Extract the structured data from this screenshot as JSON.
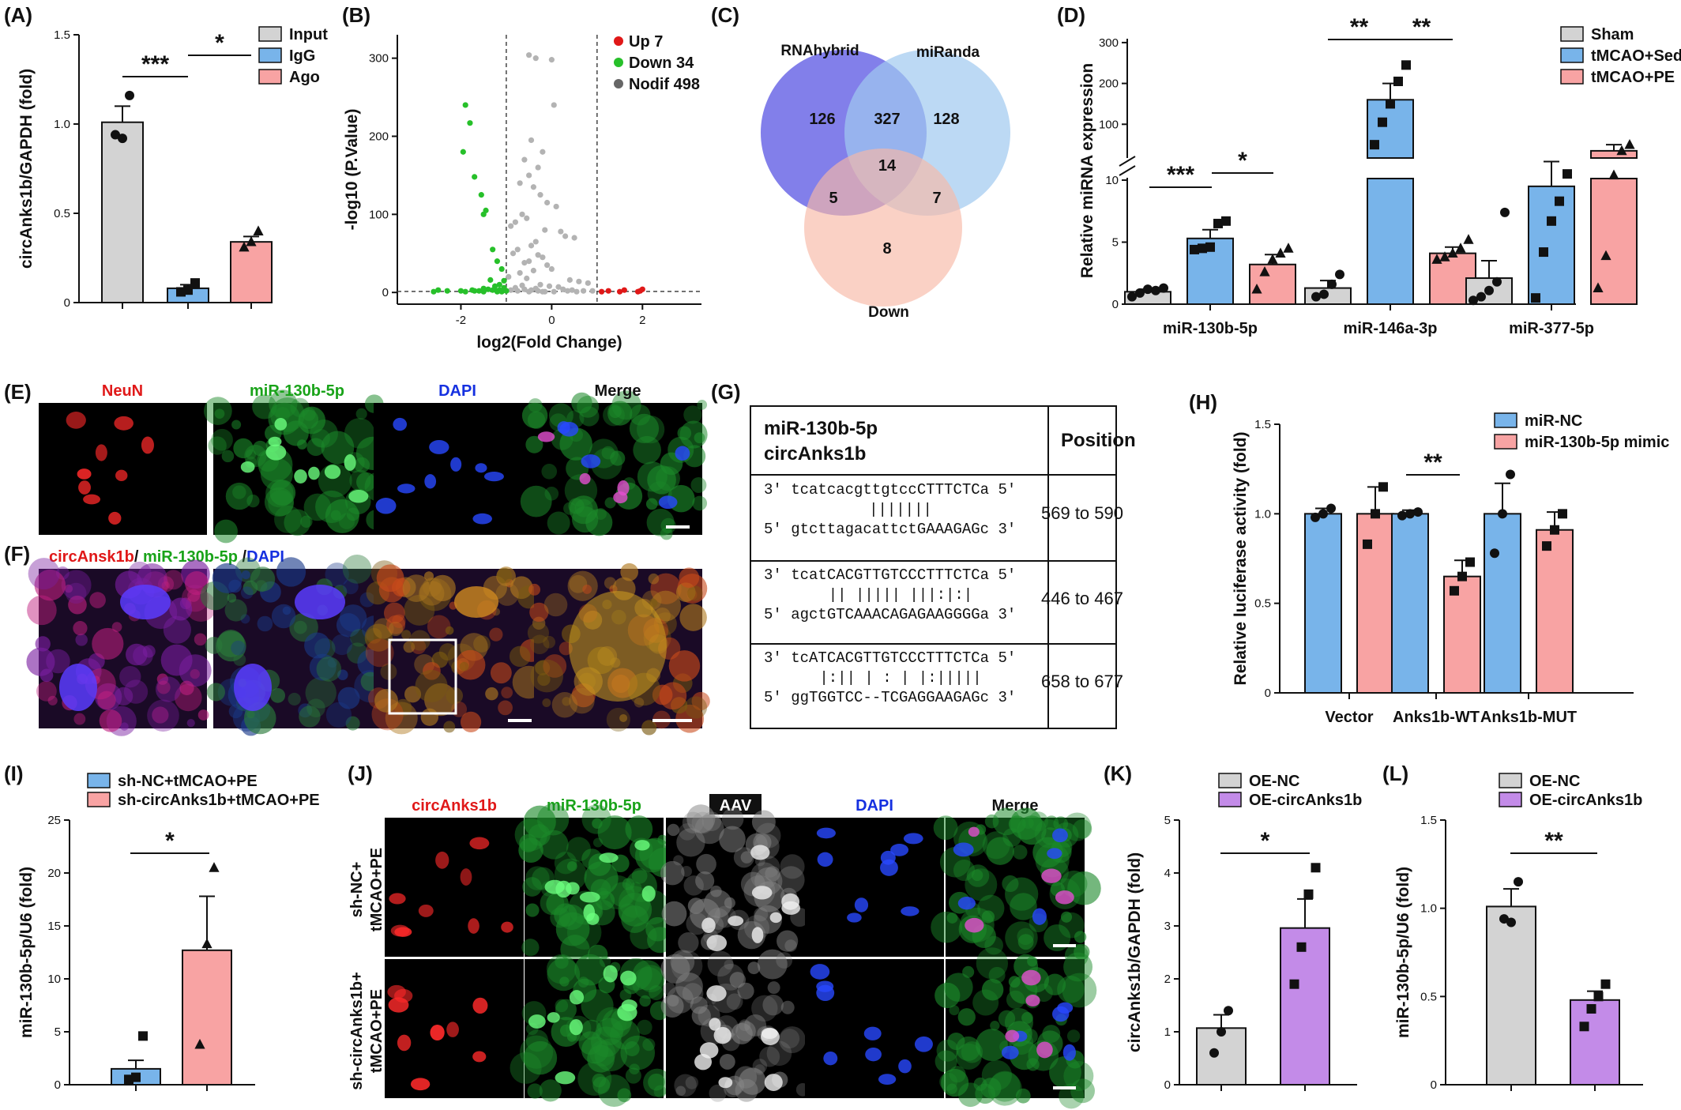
{
  "panels": {
    "A": {
      "label": "(A)"
    },
    "B": {
      "label": "(B)"
    },
    "C": {
      "label": "(C)"
    },
    "D": {
      "label": "(D)"
    },
    "E": {
      "label": "(E)"
    },
    "F": {
      "label": "(F)"
    },
    "G": {
      "label": "(G)"
    },
    "H": {
      "label": "(H)"
    },
    "I": {
      "label": "(I)"
    },
    "J": {
      "label": "(J)"
    },
    "K": {
      "label": "(K)"
    },
    "L": {
      "label": "(L)"
    }
  },
  "chart_data": [
    {
      "panel": "A",
      "type": "bar",
      "ylabel": "circAnks1b/GAPDH (fold)",
      "ylim": [
        0,
        1.5
      ],
      "yticks": [
        "0",
        "0.5",
        "1.0",
        "1.5"
      ],
      "categories": [
        "Input",
        "IgG",
        "Ago"
      ],
      "values": [
        1.01,
        0.08,
        0.34
      ],
      "errors": [
        0.09,
        0.02,
        0.03
      ],
      "points": [
        [
          0.94,
          0.92,
          1.16
        ],
        [
          0.06,
          0.07,
          0.11
        ],
        [
          0.31,
          0.34,
          0.4
        ]
      ],
      "legend": [
        "Input",
        "IgG",
        "Ago"
      ],
      "colors": [
        "#d3d3d3",
        "#78b4ea",
        "#f8a3a3"
      ],
      "significance": [
        "***",
        "*"
      ]
    },
    {
      "panel": "B",
      "type": "scatter",
      "xlabel": "log2(Fold Change)",
      "ylabel": "-log10 (P.Value)",
      "xlim": [
        -3.4,
        3.3
      ],
      "ylim": [
        -15,
        330
      ],
      "xticks": [
        "-2",
        "0",
        "2"
      ],
      "yticks": [
        "0",
        "100",
        "200",
        "300"
      ],
      "thresholds": {
        "x": [
          -1,
          1
        ],
        "y": 1.3
      },
      "legend": [
        "Up 7",
        "Down 34",
        "Nodif 498"
      ],
      "colors": {
        "up": "#e01818",
        "down": "#27c02a",
        "nodif": "#b3b3b3",
        "nodif_legend": "#666666"
      },
      "series": [
        {
          "name": "Up 7",
          "x": [
            1.1,
            1.25,
            1.5,
            1.6,
            1.9,
            2.0,
            1.95
          ],
          "y": [
            1,
            2,
            1,
            3,
            1,
            4,
            2
          ]
        },
        {
          "name": "Down 34",
          "x": [
            -1.9,
            -1.8,
            -1.95,
            -1.7,
            -1.55,
            -1.5,
            -1.45,
            -1.3,
            -1.2,
            -1.35,
            -1.25,
            -1.15,
            -1.05,
            -1.1,
            -1.05,
            -1.4,
            -1.6,
            -1.75,
            -2.5,
            -2.3,
            -2.6,
            -2.0,
            -1.9,
            -1.7,
            -1.5,
            -1.3,
            -1.2,
            -1.1,
            -1.0,
            -1.05,
            -1.15,
            -1.2,
            -1.0,
            -1.5
          ],
          "y": [
            240,
            217,
            180,
            148,
            125,
            100,
            105,
            55,
            40,
            16,
            8,
            10,
            6,
            30,
            15,
            4,
            2,
            3,
            3,
            2,
            1,
            2,
            1,
            2,
            1,
            3,
            2,
            1,
            2,
            4,
            3,
            1,
            2,
            5
          ]
        },
        {
          "name": "Nodif 498",
          "x": [
            -0.5,
            -0.35,
            0.0,
            0.05,
            -0.45,
            -0.2,
            -0.6,
            -0.3,
            -0.5,
            -0.7,
            -0.4,
            -0.25,
            -0.1,
            0.1,
            -0.65,
            -0.55,
            -0.8,
            -0.9,
            -0.15,
            0.2,
            0.3,
            0.5,
            -0.35,
            -0.45,
            -0.75,
            -0.85,
            -0.3,
            -0.2,
            -0.5,
            -0.6,
            -0.1,
            0.0,
            -0.4,
            -0.7,
            -0.95,
            -0.55,
            0.4,
            0.6,
            0.8,
            -0.25,
            -0.65,
            -0.05,
            0.15,
            -0.8,
            -0.35,
            0.25,
            0.45,
            0.7,
            0.9,
            -0.9,
            -0.6,
            -0.3,
            -0.15,
            0.05,
            0.35,
            0.55,
            -0.45,
            -0.75,
            -0.5,
            -0.2
          ],
          "y": [
            304,
            300,
            298,
            240,
            195,
            180,
            170,
            160,
            150,
            140,
            135,
            125,
            115,
            110,
            100,
            95,
            90,
            85,
            80,
            78,
            72,
            70,
            65,
            60,
            55,
            50,
            48,
            45,
            40,
            38,
            35,
            30,
            28,
            25,
            20,
            18,
            16,
            14,
            12,
            10,
            9,
            8,
            7,
            6,
            5,
            4,
            3,
            2,
            2,
            3,
            4,
            2,
            1,
            1,
            2,
            1,
            3,
            2,
            1,
            1
          ]
        }
      ]
    },
    {
      "panel": "D",
      "type": "bar",
      "ylabel": "Relative miRNA expression",
      "axis_break": true,
      "yticks_lower": [
        "0",
        "5",
        "10"
      ],
      "yticks_upper": [
        "100",
        "200",
        "300"
      ],
      "categories": [
        "miR-130b-5p",
        "miR-146a-3p",
        "miR-377-5p"
      ],
      "legend": [
        "Sham",
        "tMCAO+Sed",
        "tMCAO+PE"
      ],
      "colors": [
        "#d3d3d3",
        "#78b4ea",
        "#f8a3a3"
      ],
      "series": [
        {
          "name": "Sham",
          "values": [
            1.0,
            1.3,
            2.1
          ],
          "errors": [
            0.2,
            0.6,
            1.4
          ],
          "points": [
            [
              0.6,
              0.9,
              1.2,
              1.1,
              1.3
            ],
            [
              0.6,
              0.8,
              1.6,
              2.4
            ],
            [
              0.3,
              0.6,
              1.1,
              1.8,
              7.4
            ]
          ]
        },
        {
          "name": "tMCAO+Sed",
          "values": [
            5.3,
            160,
            9.5
          ],
          "errors": [
            0.7,
            40,
            2.0
          ],
          "points": [
            [
              4.4,
              4.5,
              4.6,
              6.5,
              6.7
            ],
            [
              50,
              105,
              150,
              205,
              245
            ],
            [
              0.5,
              4.2,
              6.7,
              8.3,
              10.5
            ]
          ]
        },
        {
          "name": "tMCAO+PE",
          "values": [
            3.2,
            4.1,
            35
          ],
          "errors": [
            0.8,
            0.5,
            15
          ],
          "points": [
            [
              1.2,
              2.6,
              3.6,
              4.1,
              4.5
            ],
            [
              3.6,
              3.8,
              4.1,
              4.5,
              5.2
            ],
            [
              1.3,
              3.9,
              10.4,
              35,
              50
            ]
          ]
        }
      ],
      "significance": [
        "***",
        "*",
        "**",
        "**"
      ]
    },
    {
      "panel": "H",
      "type": "bar",
      "ylabel": "Relative luciferase activity (fold)",
      "ylim": [
        0,
        1.5
      ],
      "yticks": [
        "0",
        "0.5",
        "1.0",
        "1.5"
      ],
      "categories": [
        "Vector",
        "Anks1b-WT",
        "Anks1b-MUT"
      ],
      "legend": [
        "miR-NC",
        "miR-130b-5p mimic"
      ],
      "colors": [
        "#78b4ea",
        "#f8a3a3"
      ],
      "series": [
        {
          "name": "miR-NC",
          "values": [
            1.0,
            1.0,
            1.0
          ],
          "errors": [
            0.03,
            0.02,
            0.17
          ],
          "points": [
            [
              0.98,
              1.0,
              1.03
            ],
            [
              0.99,
              1.0,
              1.01
            ],
            [
              0.78,
              1.0,
              1.22
            ]
          ]
        },
        {
          "name": "miR-130b-5p mimic",
          "values": [
            1.0,
            0.65,
            0.91
          ],
          "errors": [
            0.15,
            0.09,
            0.1
          ],
          "points": [
            [
              0.83,
              1.0,
              1.15
            ],
            [
              0.57,
              0.65,
              0.73
            ],
            [
              0.82,
              0.91,
              1.0
            ]
          ]
        }
      ],
      "significance": [
        "**"
      ]
    },
    {
      "panel": "I",
      "type": "bar",
      "ylabel": "miR-130b-5p/U6 (fold)",
      "ylim": [
        0,
        25
      ],
      "yticks": [
        "0",
        "5",
        "10",
        "15",
        "20",
        "25"
      ],
      "categories": [
        "sh-NC+tMCAO+PE",
        "sh-circAnks1b+tMCAO+PE"
      ],
      "values": [
        1.5,
        12.7
      ],
      "errors": [
        0.8,
        5.1
      ],
      "points": [
        [
          0.5,
          0.7,
          4.6
        ],
        [
          3.8,
          13.3,
          20.5
        ]
      ],
      "legend": [
        "sh-NC+tMCAO+PE",
        "sh-circAnks1b+tMCAO+PE"
      ],
      "colors": [
        "#78b4ea",
        "#f8a3a3"
      ],
      "significance": [
        "*"
      ]
    },
    {
      "panel": "K",
      "type": "bar",
      "ylabel": "circAnks1b/GAPDH (fold)",
      "ylim": [
        0,
        5
      ],
      "yticks": [
        "0",
        "1",
        "2",
        "3",
        "4",
        "5"
      ],
      "categories": [
        "OE-NC",
        "OE-circAnks1b"
      ],
      "values": [
        1.07,
        2.96
      ],
      "errors": [
        0.25,
        0.55
      ],
      "points": [
        [
          0.6,
          1.0,
          1.4
        ],
        [
          1.9,
          2.6,
          3.6,
          4.1
        ]
      ],
      "legend": [
        "OE-NC",
        "OE-circAnks1b"
      ],
      "colors": [
        "#d3d3d3",
        "#c38be8"
      ],
      "significance": [
        "*"
      ]
    },
    {
      "panel": "L",
      "type": "bar",
      "ylabel": "miR-130b-5p/U6 (fold)",
      "ylim": [
        0,
        1.5
      ],
      "yticks": [
        "0",
        "0.5",
        "1.0",
        "1.5"
      ],
      "categories": [
        "OE-NC",
        "OE-circAnks1b"
      ],
      "values": [
        1.01,
        0.48
      ],
      "errors": [
        0.1,
        0.05
      ],
      "points": [
        [
          0.94,
          0.92,
          1.15
        ],
        [
          0.33,
          0.43,
          0.5,
          0.57
        ]
      ],
      "legend": [
        "OE-NC",
        "OE-circAnks1b"
      ],
      "colors": [
        "#d3d3d3",
        "#c38be8"
      ],
      "significance": [
        "**"
      ]
    }
  ],
  "venn": {
    "sets": [
      "RNAhybrid",
      "miRanda",
      "Down"
    ],
    "counts": {
      "a_only": "126",
      "ab": "327",
      "b_only": "128",
      "abc": "14",
      "ac": "5",
      "bc": "7",
      "c_only": "8"
    },
    "colors": [
      "#6c69e6",
      "#9fc9f0",
      "#f7b8a6"
    ]
  },
  "micro_e": {
    "columns": [
      "NeuN",
      "miR-130b-5p",
      "DAPI",
      "Merge"
    ],
    "column_colors": [
      "#e01818",
      "#19a319",
      "#1530e0",
      "#111111"
    ]
  },
  "micro_f": {
    "title_parts": [
      "circAnsk1b",
      "/ ",
      "miR-130b-5p",
      " /",
      "DAPI"
    ],
    "title_colors": [
      "#e01818",
      "#111111",
      "#19a319",
      "#111111",
      "#1530e0"
    ]
  },
  "micro_j": {
    "columns": [
      "circAnks1b",
      "miR-130b-5p",
      "AAV",
      "DAPI",
      "Merge"
    ],
    "column_colors": [
      "#e01818",
      "#19a319",
      "#ffffff",
      "#1530e0",
      "#111111"
    ],
    "rows": [
      [
        "sh-NC+",
        "tMCAO+PE"
      ],
      [
        "sh-circAnks1b+",
        "tMCAO+PE"
      ]
    ]
  },
  "table_g": {
    "header": [
      "miR-130b-5p",
      "circAnks1b",
      "Position"
    ],
    "rows": [
      {
        "l1": "3'  tcatcacgttgtccCTTTCTCa 5'",
        "l2": "|||||||",
        "l3": "5'  gtcttagacattctGAAAGAGc 3'",
        "pos": "569 to 590"
      },
      {
        "l1": "3'  tcatCACGTTGTCCCTTTCTCa 5'",
        "l2": "||  ||||| |||:|:|",
        "l3": "5'  agctGTCAAACAGAGAAGGGGa 3'",
        "pos": "446 to 467"
      },
      {
        "l1": "3'  tcATCACGTTGTCCCTTTCTCa 5'",
        "l2": "|:|| |  : | |:|||||",
        "l3": "5'  ggTGGTCC--TCGAGGAAGAGc 3'",
        "pos": "658 to 677"
      }
    ]
  }
}
